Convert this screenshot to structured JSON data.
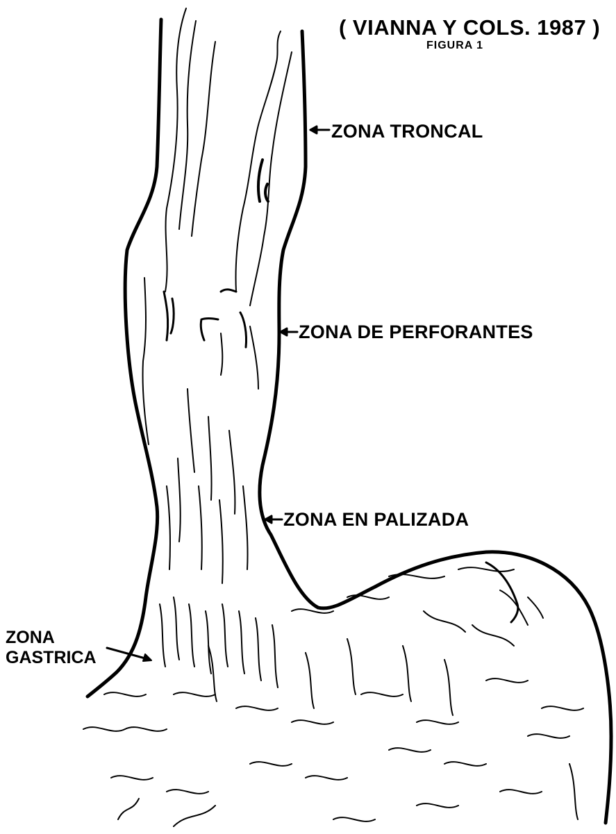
{
  "header": {
    "citation": "( VIANNA Y COLS. 1987 )",
    "figure_number": "FIGURA 1"
  },
  "zones": [
    {
      "id": "troncal",
      "label": "ZONA TRONCAL"
    },
    {
      "id": "perforantes",
      "label": "ZONA DE PERFORANTES"
    },
    {
      "id": "palizada",
      "label": "ZONA EN PALIZADA"
    },
    {
      "id": "gastrica",
      "label_line1": "ZONA",
      "label_line2": "GASTRICA"
    }
  ],
  "colors": {
    "ink": "#000000",
    "paper": "#ffffff"
  }
}
